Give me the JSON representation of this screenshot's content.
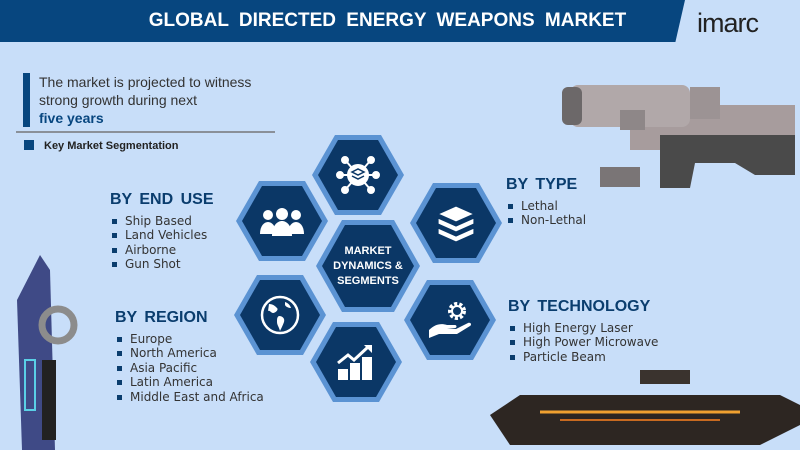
{
  "header": {
    "title": "GLOBAL DIRECTED ENERGY WEAPONS MARKET",
    "logo": "imarc"
  },
  "intro": {
    "line1": "The market is projected to witness",
    "line2": "strong growth during next",
    "highlight": "five years"
  },
  "key_segmentation": "Key Market Segmentation",
  "center_hex": {
    "line1": "MARKET",
    "line2": "DYNAMICS &",
    "line3": "SEGMENTS"
  },
  "segments": {
    "end_use": {
      "title": "BY  END USE",
      "items": [
        "Ship Based",
        "Land Vehicles",
        "Airborne",
        "Gun Shot"
      ]
    },
    "region": {
      "title": "BY REGION",
      "items": [
        "Europe",
        "North America",
        "Asia Pacific",
        "Latin America",
        "Middle East and Africa"
      ]
    },
    "type": {
      "title": "BY  TYPE",
      "items": [
        "Lethal",
        "Non-Lethal"
      ]
    },
    "technology": {
      "title": "BY  TECHNOLOGY",
      "items": [
        "High Energy Laser",
        "High Power Microwave",
        "Particle Beam"
      ]
    }
  },
  "colors": {
    "background": "#c8def9",
    "banner": "#07467f",
    "hex_fill": "#0b3766",
    "hex_border": "#5b93d3"
  }
}
